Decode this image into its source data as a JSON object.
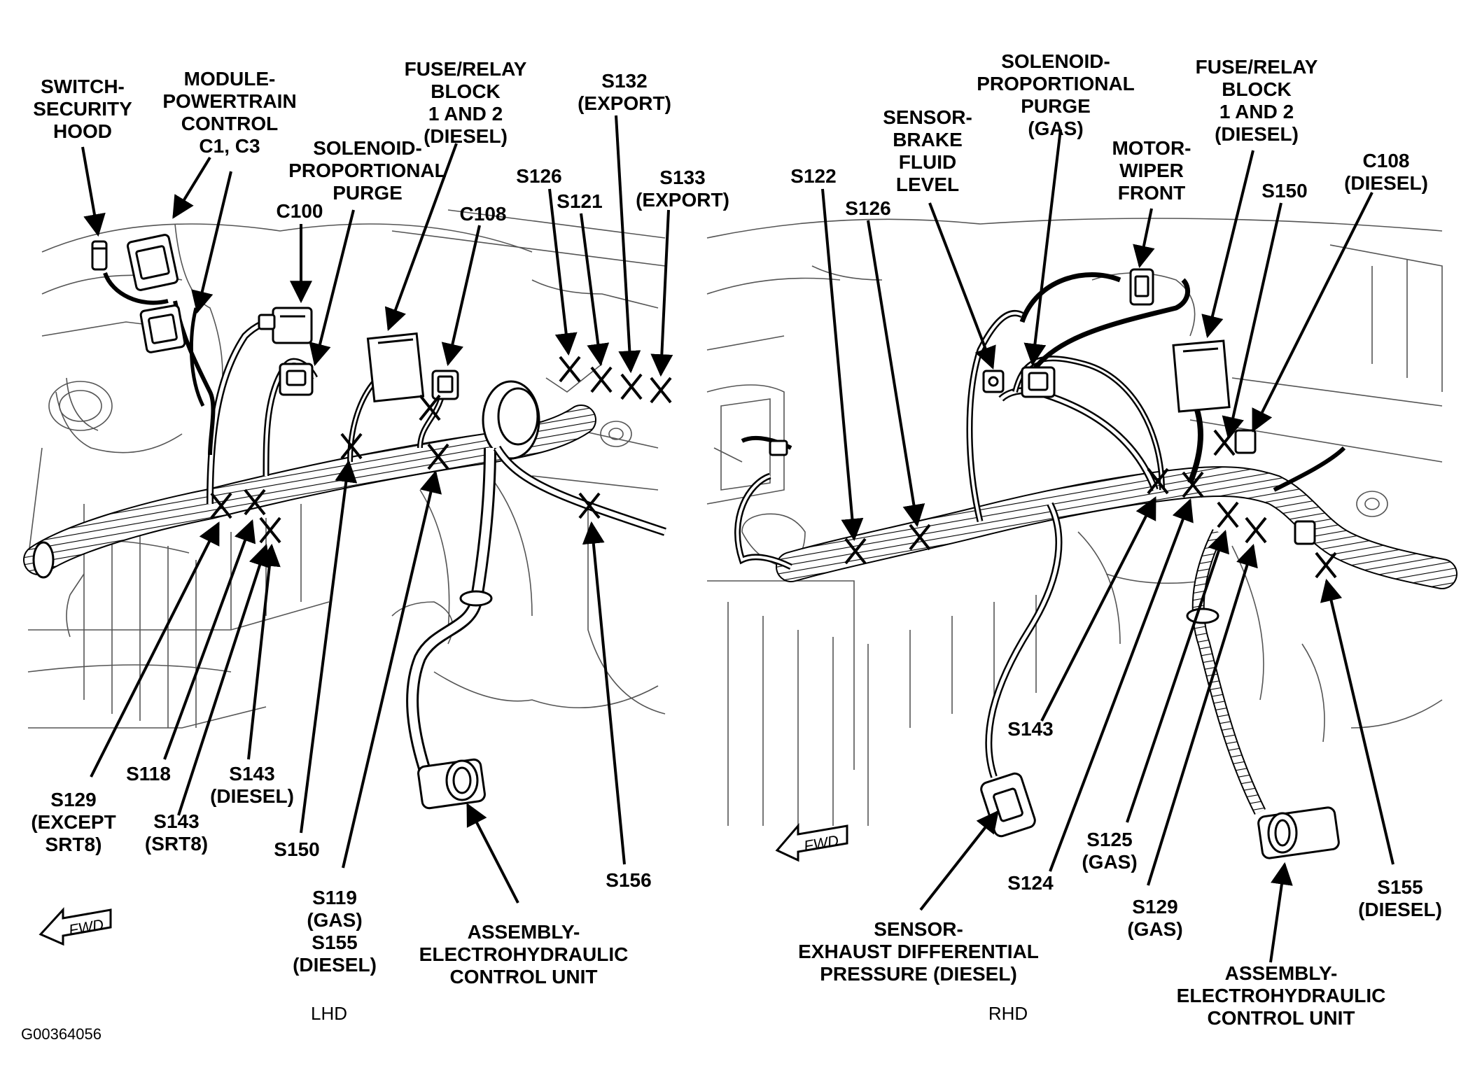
{
  "figure_id": "G00364056",
  "panels": {
    "lhd": {
      "caption": "LHD",
      "fwd": "FWD",
      "labels": {
        "switch_security_hood": "SWITCH-\nSECURITY\nHOOD",
        "module_powertrain_control": "MODULE-\nPOWERTRAIN\nCONTROL\nC1, C3",
        "fuse_relay_block": "FUSE/RELAY\nBLOCK\n1 AND 2\n(DIESEL)",
        "s132": "S132\n(EXPORT)",
        "solenoid_proportional_purge": "SOLENOID-\nPROPORTIONAL\nPURGE",
        "c100": "C100",
        "c108": "C108",
        "s126": "S126",
        "s121": "S121",
        "s133": "S133\n(EXPORT)",
        "s129": "S129\n(EXCEPT\nSRT8)",
        "s118": "S118",
        "s143_srt8": "S143\n(SRT8)",
        "s143_diesel": "S143\n(DIESEL)",
        "s150": "S150",
        "s119_s155": "S119\n(GAS)\nS155\n(DIESEL)",
        "assembly_ehcu": "ASSEMBLY-\nELECTROHYDRAULIC\nCONTROL UNIT",
        "s156": "S156"
      }
    },
    "rhd": {
      "caption": "RHD",
      "fwd": "FWD",
      "labels": {
        "solenoid_proportional_purge_gas": "SOLENOID-\nPROPORTIONAL\nPURGE\n(GAS)",
        "fuse_relay_block": "FUSE/RELAY\nBLOCK\n1 AND 2\n(DIESEL)",
        "sensor_brake_fluid_level": "SENSOR-\nBRAKE\nFLUID\nLEVEL",
        "motor_wiper_front": "MOTOR-\nWIPER\nFRONT",
        "c108_diesel": "C108\n(DIESEL)",
        "s122": "S122",
        "s126": "S126",
        "s150": "S150",
        "s143": "S143",
        "s124": "S124",
        "s125_gas": "S125\n(GAS)",
        "s129_gas": "S129\n(GAS)",
        "s155_diesel": "S155\n(DIESEL)",
        "sensor_exhaust_diff_pressure": "SENSOR-\nEXHAUST DIFFERENTIAL\nPRESSURE (DIESEL)",
        "assembly_ehcu": "ASSEMBLY-\nELECTROHYDRAULIC\nCONTROL UNIT"
      }
    }
  }
}
